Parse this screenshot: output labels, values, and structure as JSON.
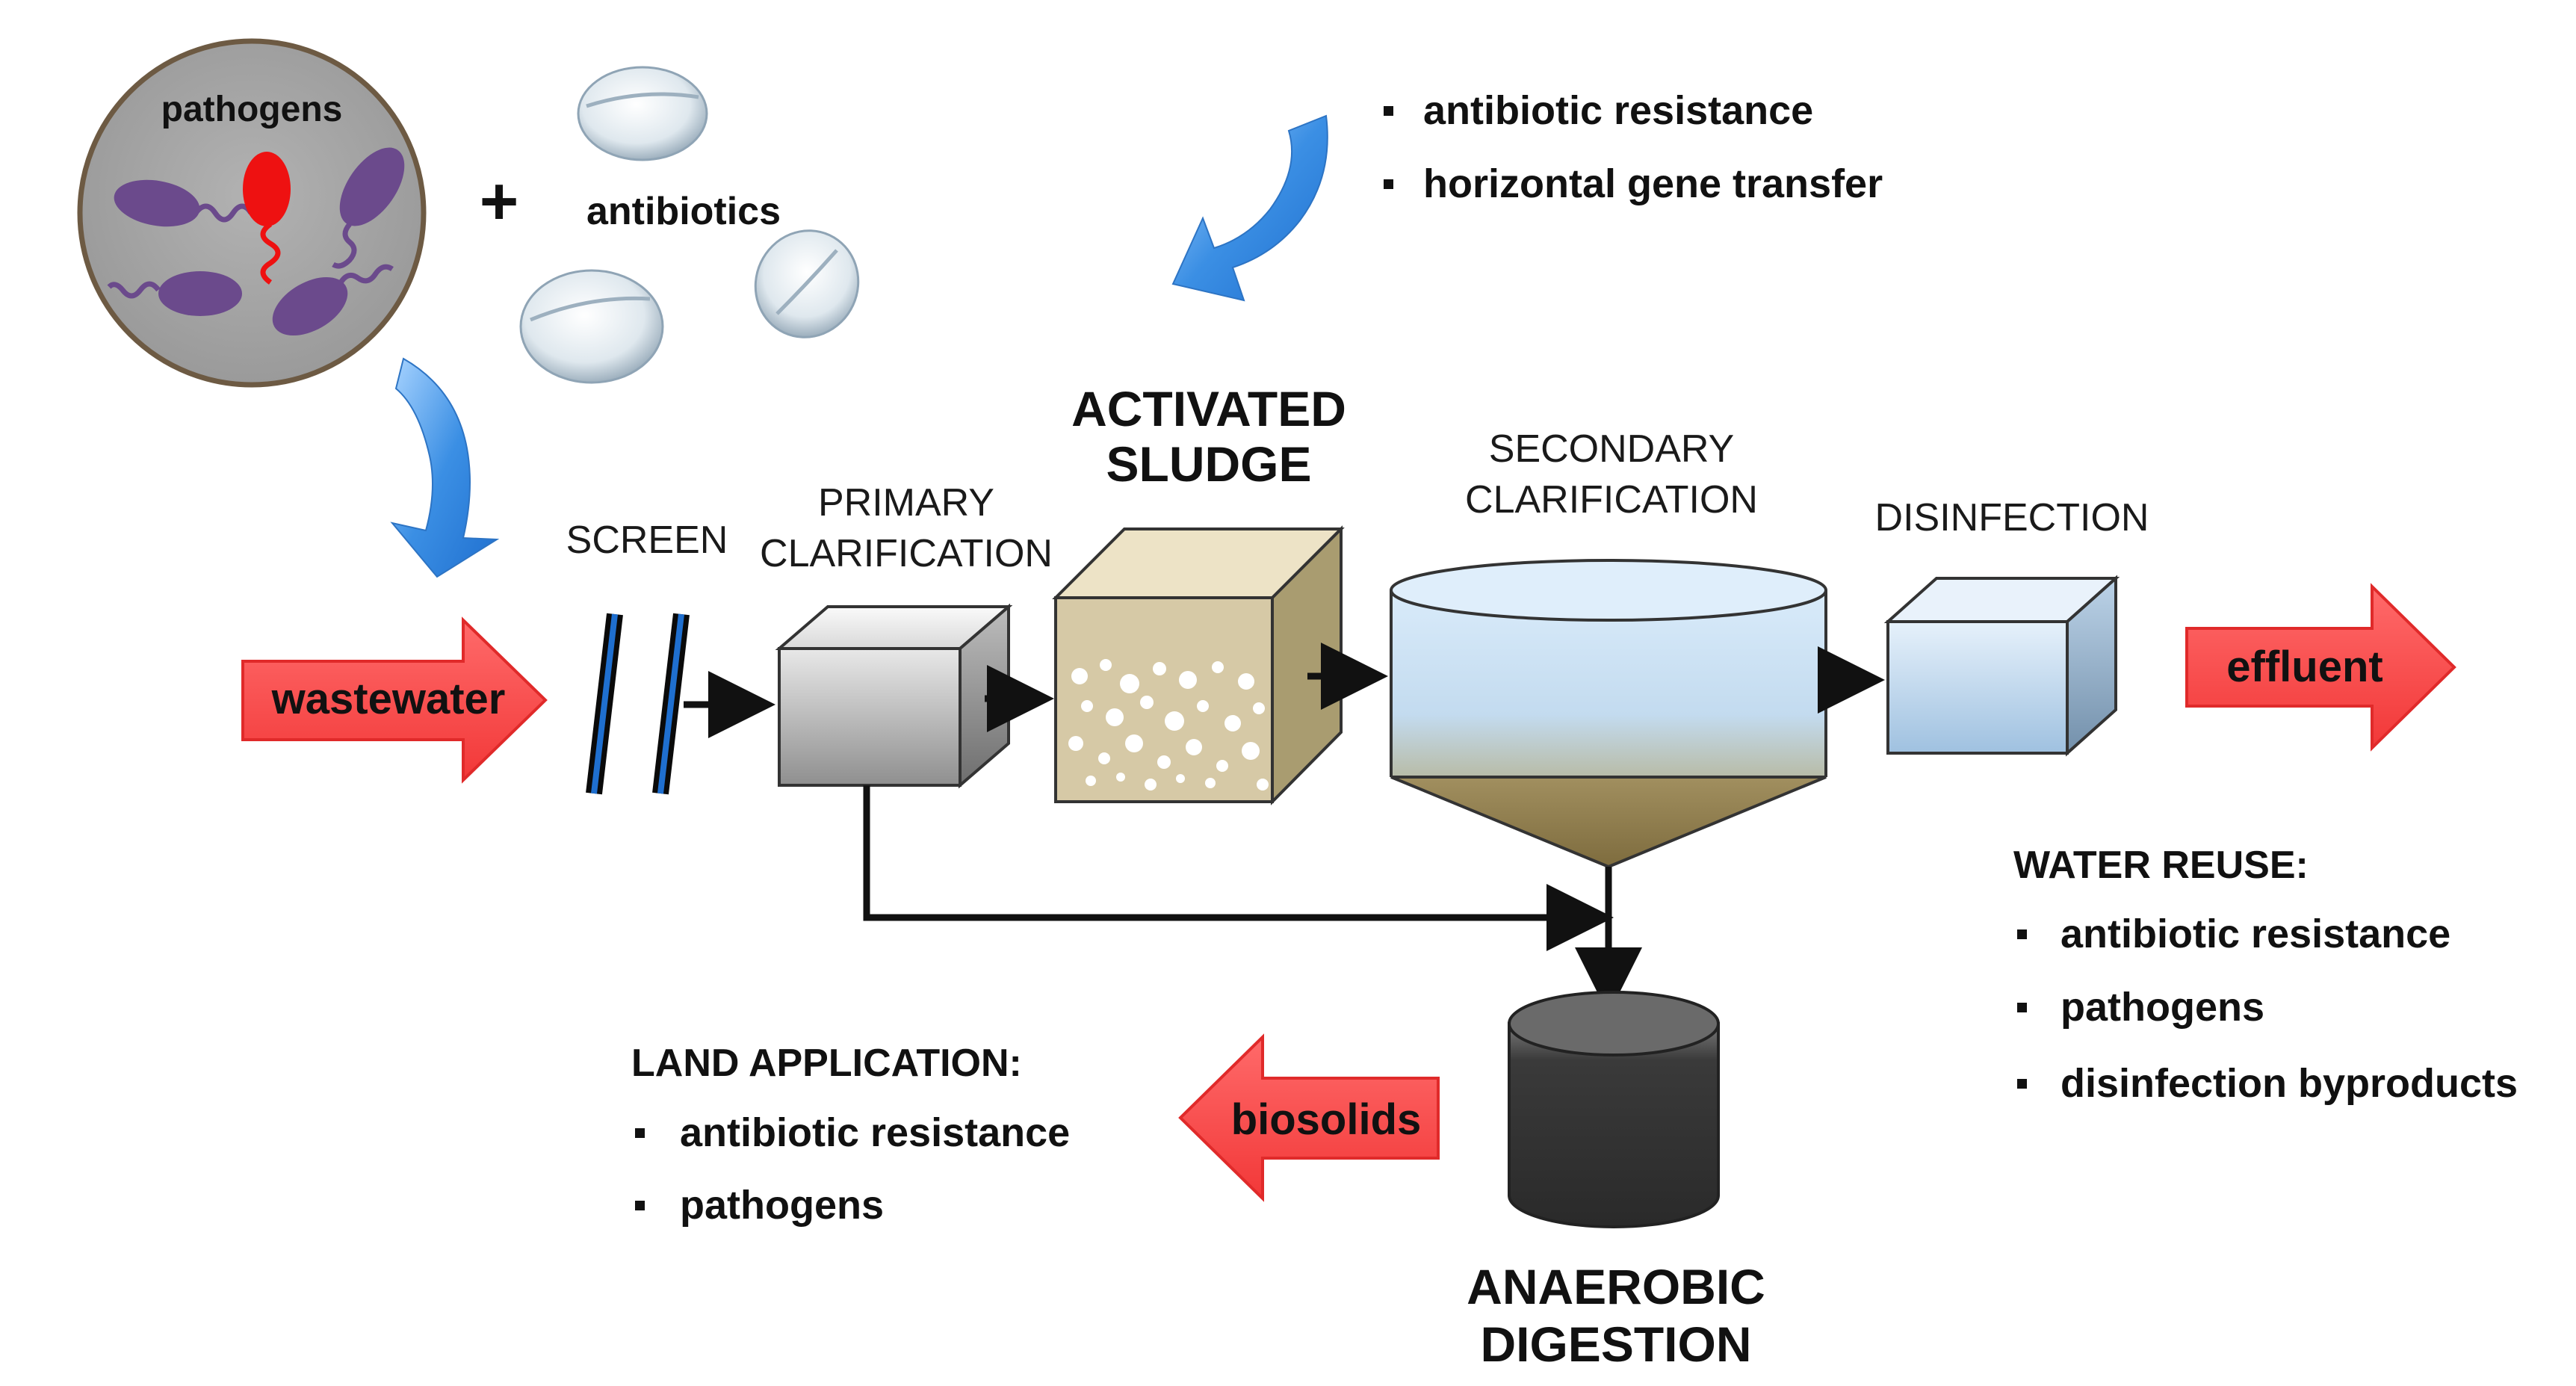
{
  "inputs": {
    "pathogens_label": "pathogens",
    "plus_sign": "+",
    "antibiotics_label": "antibiotics"
  },
  "concerns_top": {
    "items": [
      "antibiotic resistance",
      "horizontal gene transfer"
    ]
  },
  "process": {
    "wastewater": "wastewater",
    "screen": "SCREEN",
    "primary_line1": "PRIMARY",
    "primary_line2": "CLARIFICATION",
    "activated_line1": "ACTIVATED",
    "activated_line2": "SLUDGE",
    "secondary_line1": "SECONDARY",
    "secondary_line2": "CLARIFICATION",
    "disinfection": "DISINFECTION",
    "effluent": "effluent",
    "anaerobic_line1": "ANAEROBIC",
    "anaerobic_line2": "DIGESTION",
    "biosolids": "biosolids"
  },
  "water_reuse": {
    "title": "WATER REUSE:",
    "items": [
      "antibiotic resistance",
      "pathogens",
      "disinfection byproducts"
    ]
  },
  "land_application": {
    "title": "LAND APPLICATION:",
    "items": [
      "antibiotic resistance",
      "pathogens"
    ]
  },
  "colors": {
    "red_arrow": "#f44a4a",
    "blue_arrow": "#3a8fe0",
    "pathogen_purple": "#6b4a8c",
    "pathogen_red": "#ee1111",
    "petri_gray": "#a3a3a3",
    "sludge_tan": "#d6c9a6",
    "digester_dark": "#3a3a3a"
  }
}
